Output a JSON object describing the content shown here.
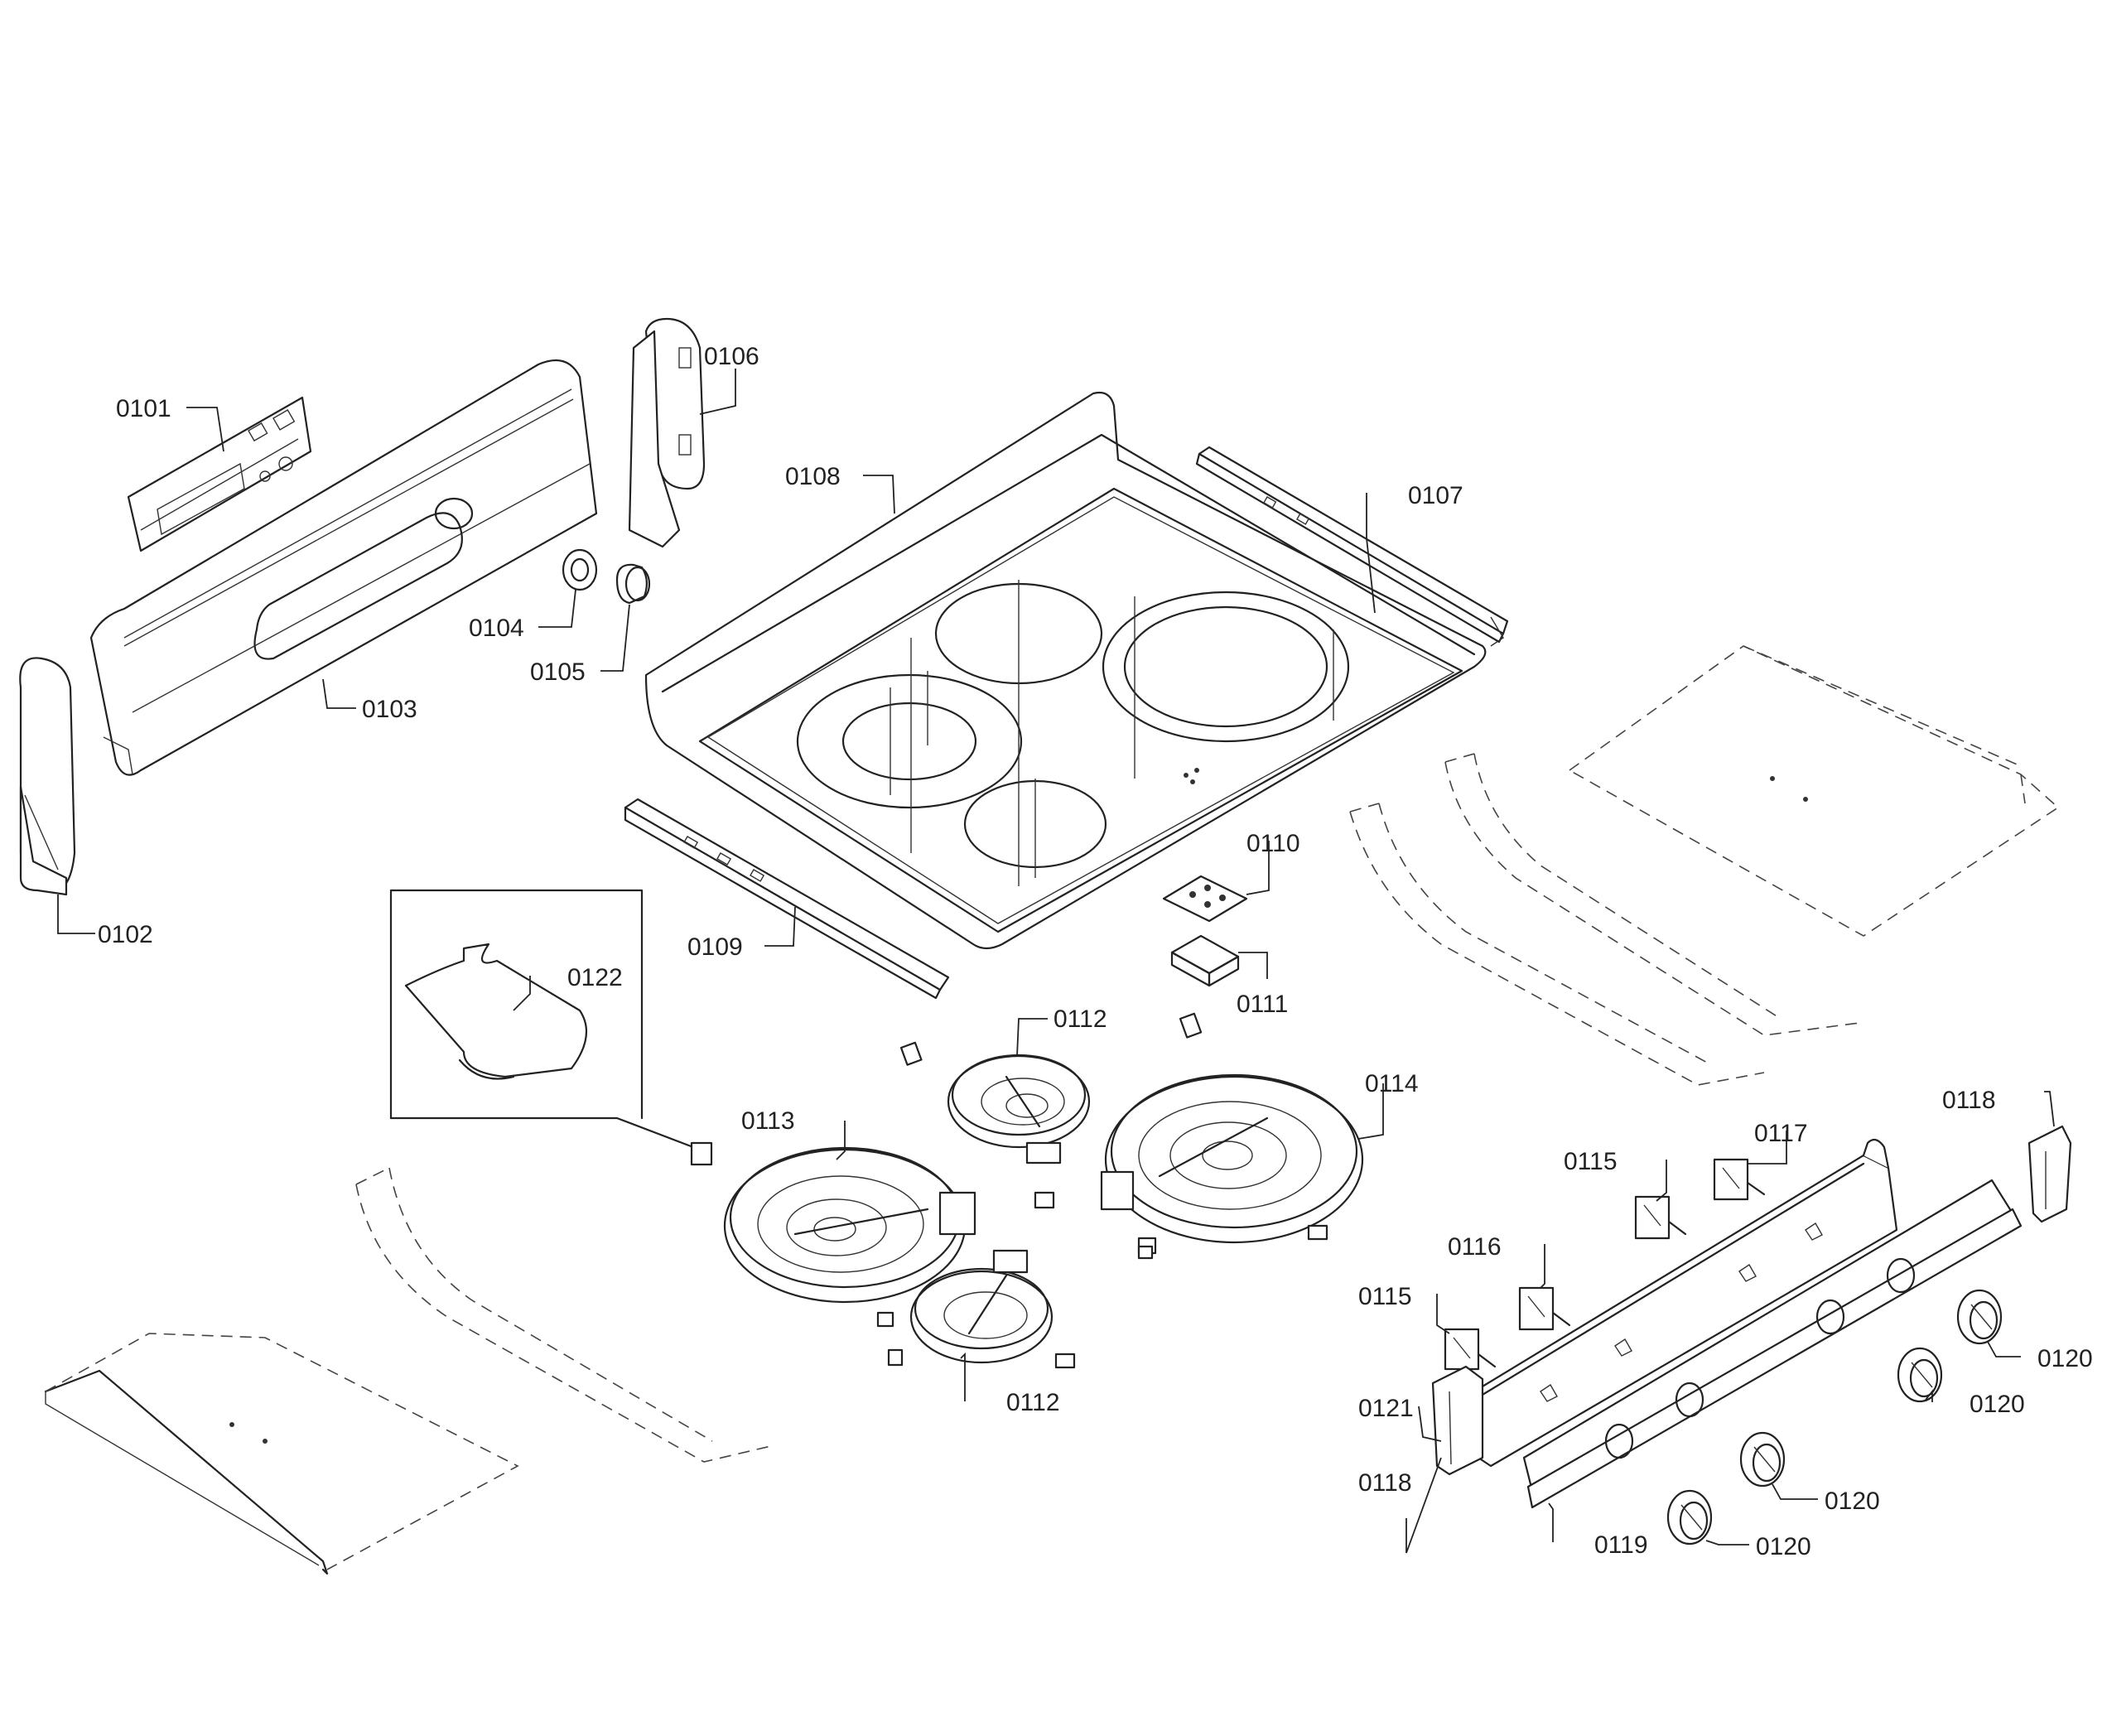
{
  "parts": {
    "p0101": "0101",
    "p0102": "0102",
    "p0103": "0103",
    "p0104": "0104",
    "p0105": "0105",
    "p0106": "0106",
    "p0107": "0107",
    "p0108": "0108",
    "p0109": "0109",
    "p0110": "0110",
    "p0111": "0111",
    "p0112a": "0112",
    "p0112b": "0112",
    "p0113": "0113",
    "p0114": "0114",
    "p0115a": "0115",
    "p0115b": "0115",
    "p0116": "0116",
    "p0117": "0117",
    "p0118a": "0118",
    "p0118b": "0118",
    "p0119": "0119",
    "p0120a": "0120",
    "p0120b": "0120",
    "p0120c": "0120",
    "p0120d": "0120",
    "p0121": "0121",
    "p0122": "0122"
  }
}
